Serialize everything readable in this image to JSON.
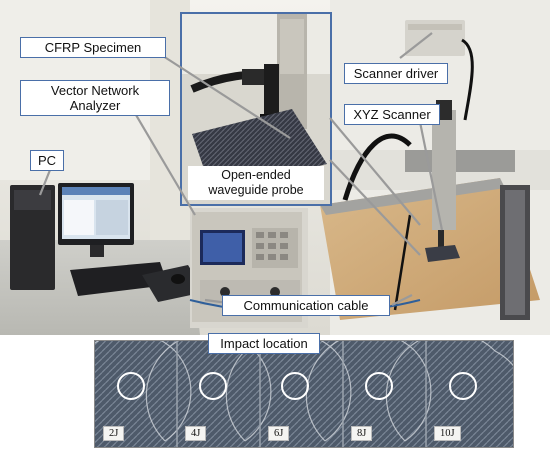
{
  "labels": {
    "cfrp_specimen": "CFRP Specimen",
    "vna": "Vector Network\nAnalyzer",
    "pc": "PC",
    "scanner_driver": "Scanner driver",
    "xyz_scanner": "XYZ Scanner",
    "probe": "Open-ended\nwaveguide probe",
    "cable": "Communication cable",
    "impact": "Impact location"
  },
  "impact_panels": [
    {
      "label": "2J"
    },
    {
      "label": "4J"
    },
    {
      "label": "6J"
    },
    {
      "label": "8J"
    },
    {
      "label": "10J"
    }
  ],
  "colors": {
    "label_border": "#4a6fa8",
    "pointer_line": "#9a9a9a",
    "impact_circle": "#ffffff"
  }
}
